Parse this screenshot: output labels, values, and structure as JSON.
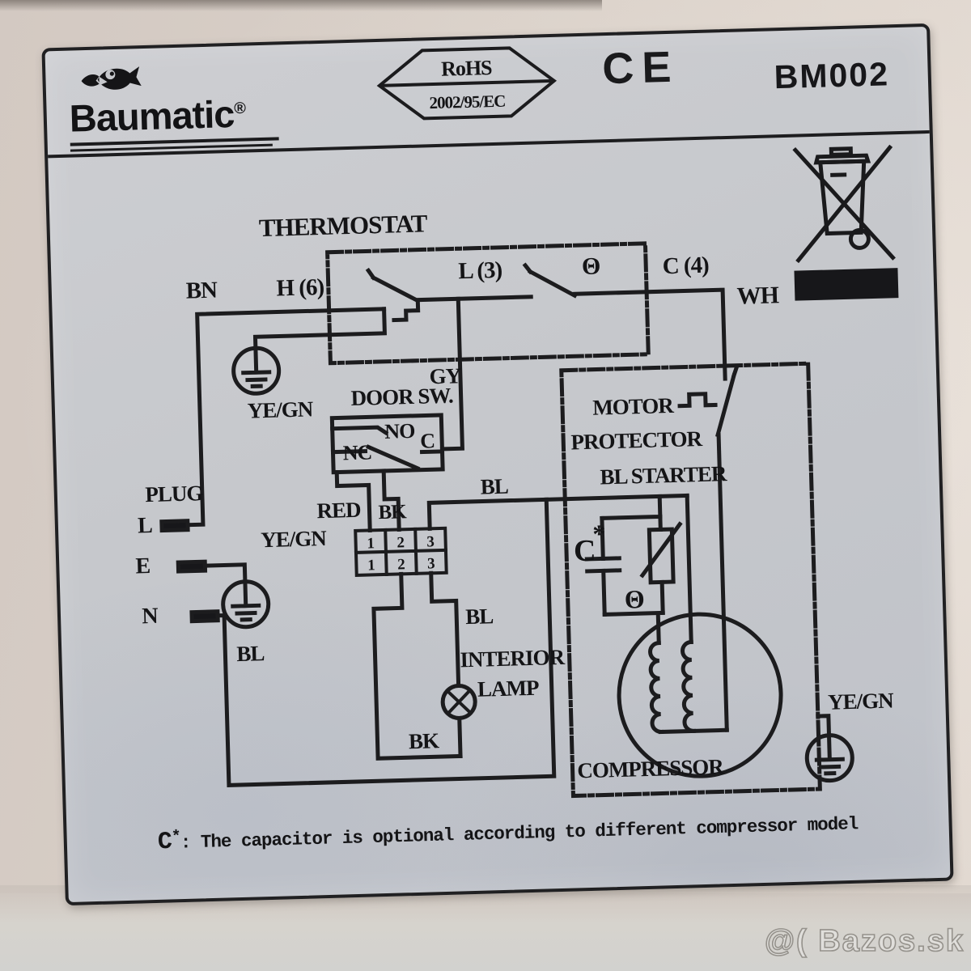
{
  "header": {
    "brand": "Baumatic",
    "reg": "®",
    "rohs": {
      "line1": "RoHS",
      "line2": "2002/95/EC"
    },
    "ce": "CE",
    "model": "BM002"
  },
  "diagram": {
    "thermostat": "THERMOSTAT",
    "bn": "BN",
    "h6": "H (6)",
    "l3": "L (3)",
    "theta": "Θ",
    "c4": "C (4)",
    "wh": "WH",
    "gy": "GY",
    "door_sw": "DOOR SW.",
    "no": "NO",
    "nc": "NC",
    "c": "C",
    "yegn1": "YE/GN",
    "yegn2": "YE/GN",
    "yegn3": "YE/GN",
    "red": "RED",
    "bk_top": "BK",
    "bl_wire": "BL",
    "plug": "PLUG",
    "l": "L",
    "e": "E",
    "n": "N",
    "bl_neutral": "BL",
    "bl_lamp": "BL",
    "interior": "INTERIOR",
    "lamp": "LAMP",
    "bk_bottom": "BK",
    "motor": "MOTOR",
    "protector": "PROTECTOR",
    "bl_starter": "BL STARTER",
    "cstar_c": "C",
    "cstar_star": "*",
    "theta_starter": "Θ",
    "compressor": "COMPRESSOR",
    "terminals_top": [
      "1",
      "2",
      "3"
    ],
    "terminals_bottom": [
      "1",
      "2",
      "3"
    ]
  },
  "footnote": {
    "c": "C",
    "star": "*",
    "rest": ": The capacitor is optional according to different compressor model"
  },
  "watermark": "@( Bazos.sk",
  "colors": {
    "label_background": "#c6c8cc",
    "line": "#1c1c1e",
    "photo_background": "#d8cfc7"
  }
}
